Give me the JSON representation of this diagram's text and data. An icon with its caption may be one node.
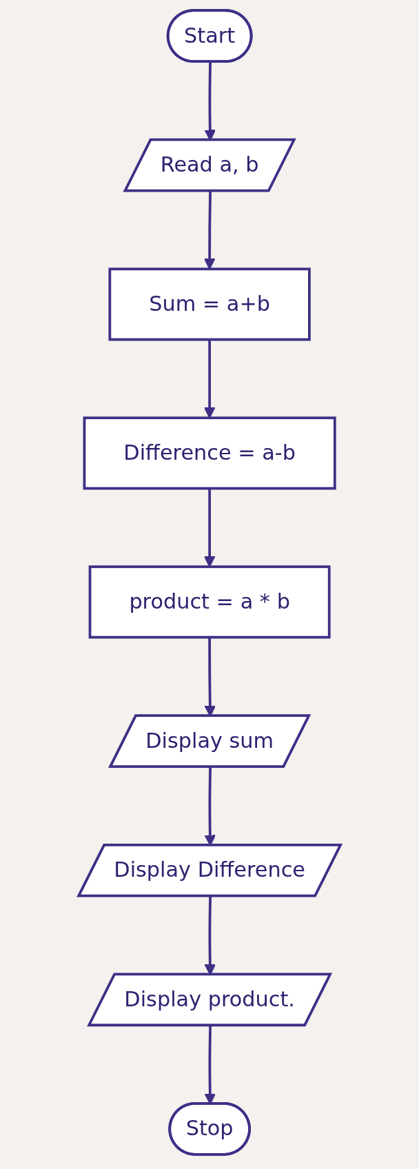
{
  "diagram": {
    "nodes": [
      {
        "text": [
          "Start"
        ]
      },
      {
        "text": [
          "Read a, b"
        ]
      },
      {
        "text": [
          "Sum = a+b"
        ]
      },
      {
        "text": [
          "Difference = a-b"
        ]
      },
      {
        "text": [
          "product = a * b"
        ]
      },
      {
        "text": [
          "Display sum"
        ]
      },
      {
        "text": [
          "Display Difference"
        ]
      },
      {
        "text": [
          "Display product."
        ]
      },
      {
        "text": [
          "Stop"
        ]
      }
    ],
    "edges": [
      {
        "from": 0,
        "to": 1,
        "arrow": "to"
      },
      {
        "from": 1,
        "to": 2,
        "arrow": "to"
      },
      {
        "from": 2,
        "to": 3,
        "arrow": "to"
      },
      {
        "from": 3,
        "to": 4,
        "arrow": "to"
      },
      {
        "from": 4,
        "to": 5,
        "arrow": "to"
      },
      {
        "from": 5,
        "to": 6,
        "arrow": "to"
      },
      {
        "from": 6,
        "to": 7,
        "arrow": "to"
      },
      {
        "from": 7,
        "to": 8,
        "arrow": "to"
      }
    ]
  }
}
